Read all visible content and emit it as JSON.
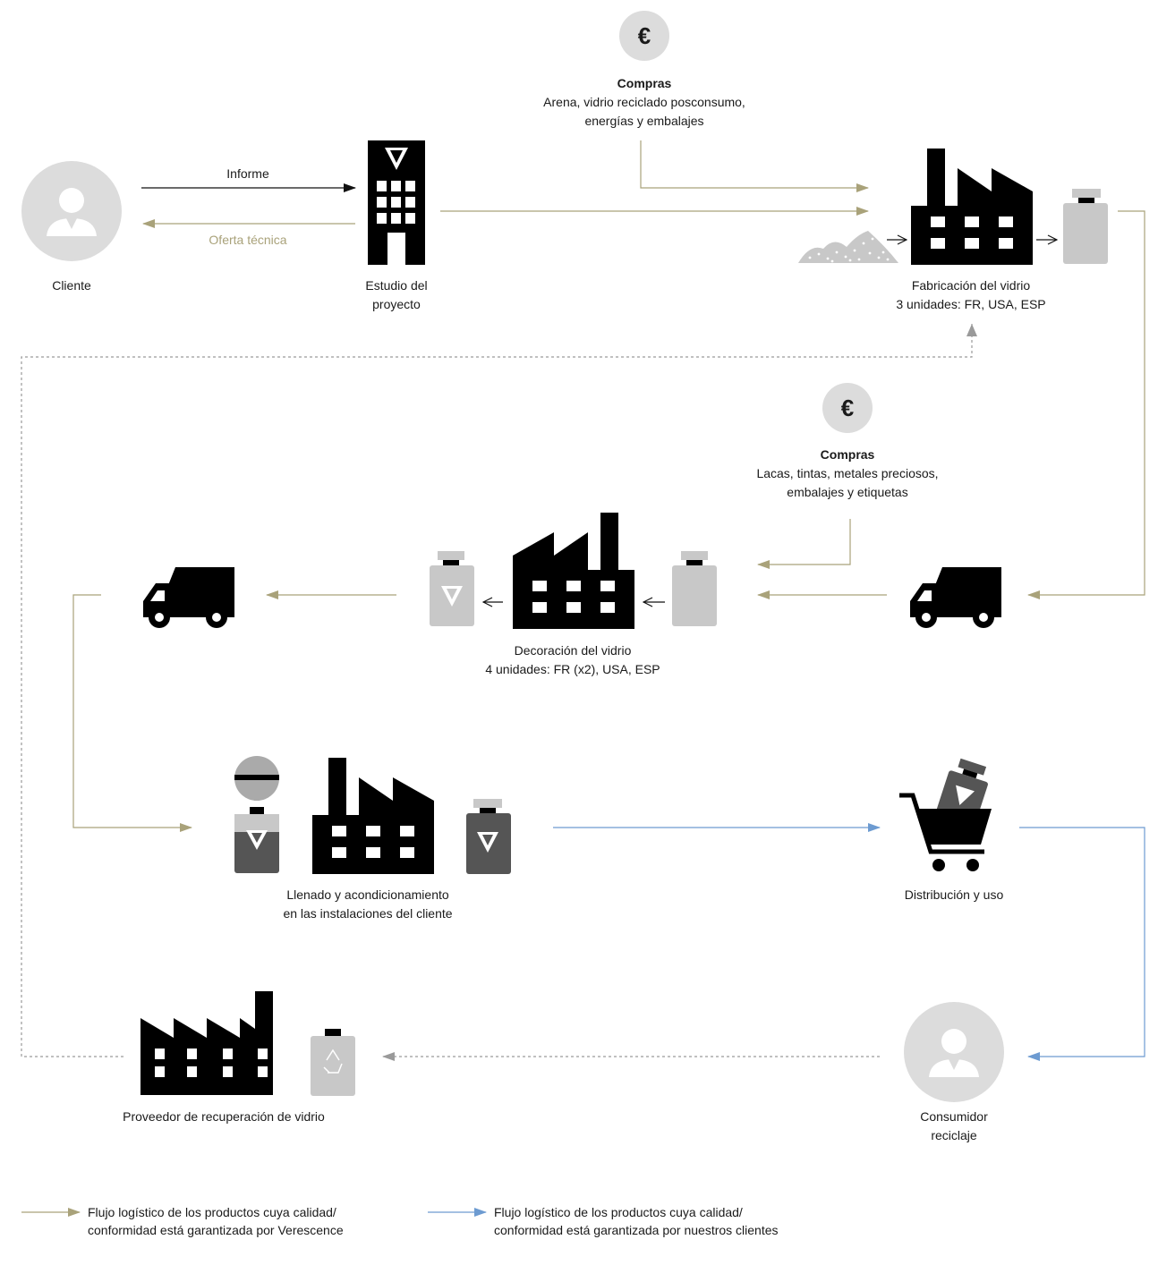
{
  "colors": {
    "gold": "#a9a27a",
    "blue": "#6d9bd1",
    "grey_dotted": "#9a9a9a",
    "light_grey": "#c8c8c8",
    "dark_grey": "#555555",
    "black": "#000000",
    "person_bg": "#dcdcdc"
  },
  "nodes": {
    "cliente": "Cliente",
    "estudio_line1": "Estudio del",
    "estudio_line2": "proyecto",
    "fabricacion_line1": "Fabricación del vidrio",
    "fabricacion_line2": "3 unidades: FR, USA, ESP",
    "decoracion_line1": "Decoración del vidrio",
    "decoracion_line2": "4 unidades: FR (x2), USA, ESP",
    "llenado_line1": "Llenado y acondicionamiento",
    "llenado_line2": "en las instalaciones del cliente",
    "distribucion": "Distribución y uso",
    "consumidor_line1": "Consumidor",
    "consumidor_line2": "reciclaje",
    "proveedor": "Proveedor de recuperación de vidrio"
  },
  "arrows": {
    "informe": "Informe",
    "oferta": "Oferta técnica"
  },
  "purchases": [
    {
      "symbol": "€",
      "title": "Compras",
      "line1": "Arena, vidrio reciclado posconsumo,",
      "line2": "energías y embalajes"
    },
    {
      "symbol": "€",
      "title": "Compras",
      "line1": "Lacas, tintas, metales preciosos,",
      "line2": "embalajes y etiquetas"
    }
  ],
  "legend": [
    {
      "color": "gold",
      "line1": "Flujo logístico de los productos cuya calidad/",
      "line2": "conformidad está garantizada por Verescence"
    },
    {
      "color": "blue",
      "line1": "Flujo logístico de los productos cuya calidad/",
      "line2": "conformidad está garantizada por nuestros clientes"
    }
  ],
  "icons": [
    "person-icon",
    "office-building-icon",
    "euro-icon",
    "factory-icon",
    "sand-pile-icon",
    "glass-bottle-icon",
    "truck-icon",
    "shopping-cart-icon",
    "recycle-icon",
    "filling-globe-icon"
  ]
}
